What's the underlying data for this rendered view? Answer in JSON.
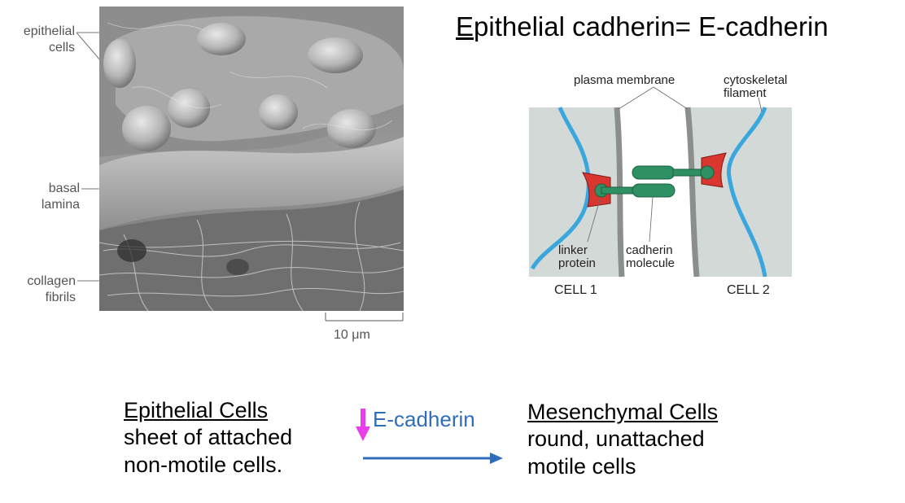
{
  "micrograph": {
    "labels": {
      "epithelial_line1": "epithelial",
      "epithelial_line2": "cells",
      "basal_line1": "basal",
      "basal_line2": "lamina",
      "collagen_line1": "collagen",
      "collagen_line2": "fibrils"
    },
    "scale_bar": "10 μm"
  },
  "title": {
    "first_letter": "E",
    "rest": "pithelial cadherin= E-cadherin"
  },
  "diagram": {
    "plasma_membrane": "plasma membrane",
    "cytoskeletal_line1": "cytoskeletal",
    "cytoskeletal_line2": "filament",
    "linker_line1": "linker",
    "linker_line2": "protein",
    "cadherin_line1": "cadherin",
    "cadherin_line2": "molecule",
    "cell1": "CELL 1",
    "cell2": "CELL 2",
    "colors": {
      "cell_fill": "#d3d9d7",
      "membrane": "#8a8f8e",
      "filament": "#3aa6de",
      "linker": "#d9362f",
      "cadherin": "#2e9063"
    }
  },
  "transition": {
    "left": {
      "heading": "Epithelial Cells",
      "line1": "sheet of attached",
      "line2": "non-motile cells."
    },
    "arrow_label": "E-cadherin",
    "right": {
      "heading": "Mesenchymal Cells",
      "line1": "round, unattached",
      "line2": "motile cells"
    },
    "colors": {
      "down_arrow": "#e93ee9",
      "arrow": "#2f6dbb"
    }
  }
}
